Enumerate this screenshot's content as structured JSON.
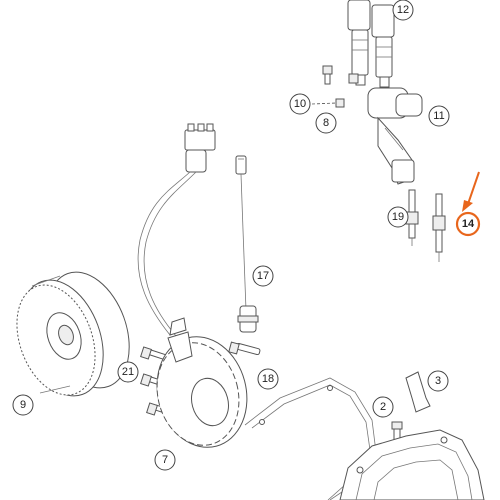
{
  "diagram": {
    "highlight_color": "#e8661c",
    "callouts": {
      "c2": "2",
      "c3": "3",
      "c7": "7",
      "c8": "8",
      "c9": "9",
      "c10": "10",
      "c11": "11",
      "c12": "12",
      "c14": "14",
      "c17": "17",
      "c18": "18",
      "c19": "19",
      "c21": "21"
    }
  }
}
